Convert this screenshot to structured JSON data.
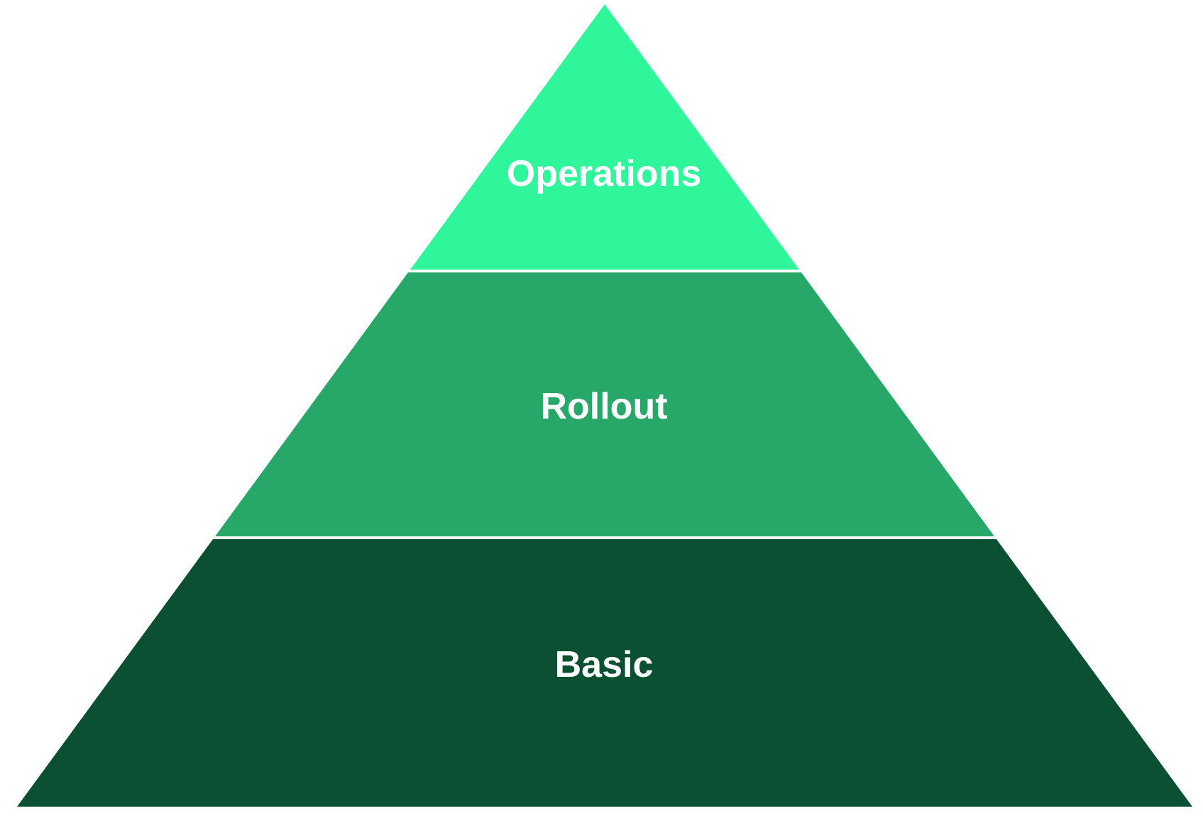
{
  "diagram": {
    "type": "pyramid",
    "background_color": "#ffffff",
    "separator_color": "#ffffff",
    "label_text_color": "#ffffff",
    "levels": [
      {
        "label": "Operations",
        "color": "#2FF59B"
      },
      {
        "label": "Rollout",
        "color": "#27A768"
      },
      {
        "label": "Basic",
        "color": "#0B5032"
      }
    ]
  }
}
